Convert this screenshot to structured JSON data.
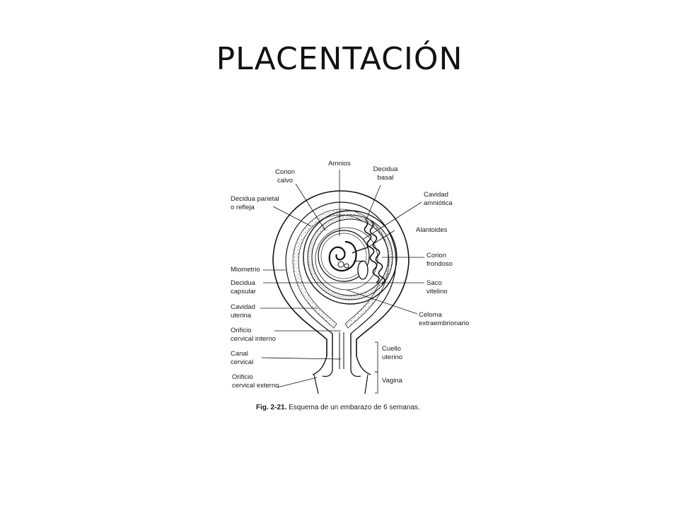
{
  "slide": {
    "title": "PLACENTACIÓN"
  },
  "figure": {
    "labels": {
      "amnios": "Amnios",
      "corion_calvo": "Corion\ncalvo",
      "decidua_basal": "Decidua\nbasal",
      "cavidad_amniotica": "Cavidad\namniótica",
      "decidua_parietal": "Decidua parietal\no refleja",
      "alantoides": "Alantoides",
      "corion_frondoso": "Corion\nfrondoso",
      "miometrio": "Miometrio",
      "decidua_capsular": "Decidua\ncapsular",
      "saco_vitelino": "Saco\nvitelino",
      "cavidad_uterina": "Cavidad\nuterina",
      "celoma": "Celoma\nextraembrionario",
      "orificio_interno": "Orificio\ncervical interno",
      "canal_cervical": "Canal\ncervical",
      "cuello_uterino": "Cuello\nuterino",
      "orificio_externo": "Orificio\ncervical externo",
      "vagina": "Vagina"
    },
    "caption_prefix": "Fig. 2-21.",
    "caption_text": " Esquema de un embarazo de 6 semanas."
  }
}
